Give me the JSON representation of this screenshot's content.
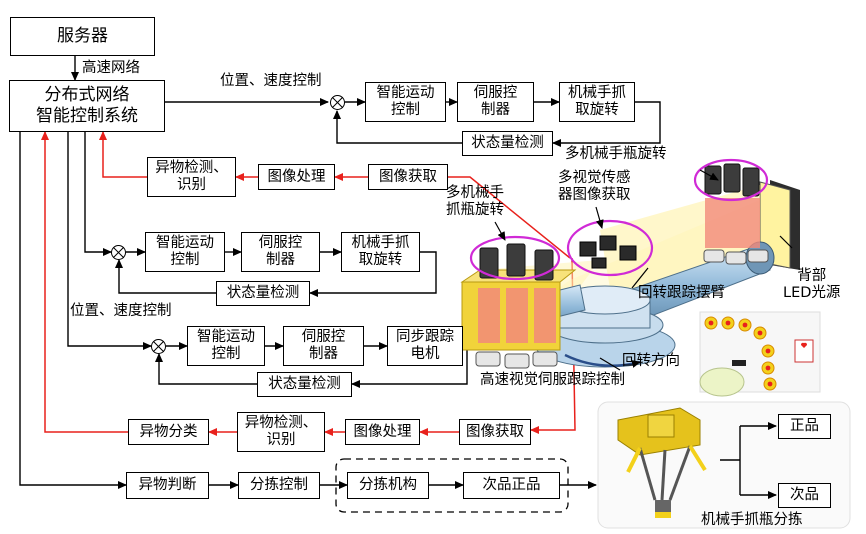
{
  "server": "服务器",
  "high_speed_network": "高速网络",
  "controller": "分布式网络\n智能控制系统",
  "pos_speed_top": "位置、速度控制",
  "pos_speed_mid": "位置、速度控制",
  "loop1": {
    "motion": "智能运动\n控制",
    "servo": "伺服控\n制器",
    "actuator": "机械手抓\n取旋转",
    "feedback": "状态量检测"
  },
  "loop2": {
    "motion": "智能运动\n控制",
    "servo": "伺服控\n制器",
    "actuator": "机械手抓\n取旋转",
    "feedback": "状态量检测"
  },
  "loop3": {
    "motion": "智能运动\n控制",
    "servo": "伺服控\n制器",
    "actuator": "同步跟踪\n电机",
    "feedback": "状态量检测"
  },
  "vision1": {
    "acquire": "图像获取",
    "process": "图像处理",
    "detect": "异物检测、\n识别"
  },
  "vision2": {
    "acquire": "图像获取",
    "process": "图像处理",
    "detect": "异物检测、\n识别",
    "classify": "异物分类"
  },
  "bottom_row": {
    "judge": "异物判断",
    "sort_ctrl": "分拣控制",
    "mechanism": "分拣机构",
    "reject_pass": "次品正品"
  },
  "labels": {
    "multi_rotate_top": "多机械手瓶旋转",
    "multi_rotate_left": "多机械手\n抓瓶旋转",
    "multi_sensor": "多视觉传感\n器图像获取",
    "backlight": "背部\nLED光源",
    "swing_arm": "回转跟踪摆臂",
    "rotate_dir": "回转方向",
    "servo_tracking": "高速视觉伺服跟踪控制"
  },
  "sorting": {
    "good": "正品",
    "reject": "次品",
    "caption": "机械手抓瓶分拣"
  },
  "colors": {
    "red_line": "#e8211c",
    "magenta": "#d02ad6",
    "yellow": "#f1d33a",
    "steel": "#7fa8c8"
  }
}
